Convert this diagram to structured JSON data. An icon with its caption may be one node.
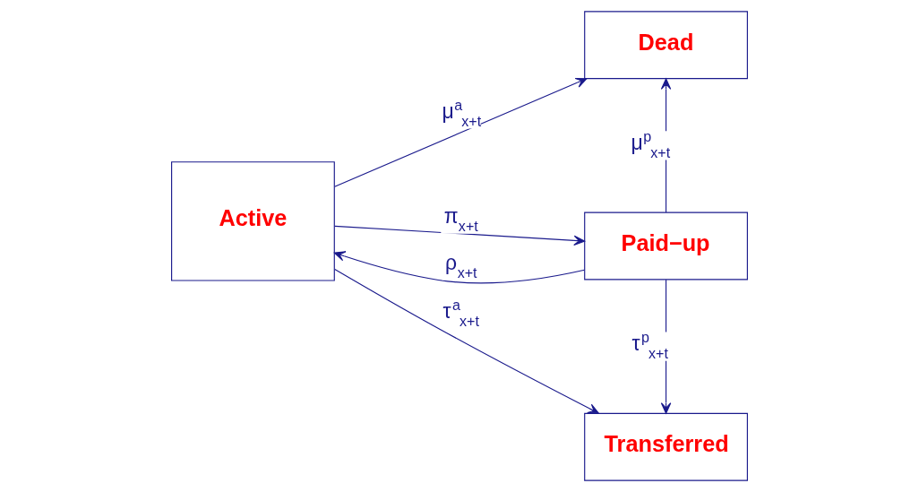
{
  "diagram": {
    "nodes": [
      {
        "text": [
          "Dead"
        ]
      },
      {
        "text": [
          "Active"
        ]
      },
      {
        "text": [
          "Paid−up"
        ]
      },
      {
        "text": [
          "Transferred"
        ]
      }
    ],
    "edges": [
      {
        "from": 1,
        "to": 0,
        "arrow": "to",
        "label": "μ$^{a}$$_{x+t}$"
      },
      {
        "from": 1,
        "to": 2,
        "arrow": "to",
        "label": "π$_{x+t}$"
      },
      {
        "from": 2,
        "to": 1,
        "arrow": "to",
        "label": "ρ$_{x+t}$"
      },
      {
        "from": 2,
        "to": 0,
        "arrow": "to",
        "label": "μ$^{p}$$_{x+t}$"
      },
      {
        "from": 1,
        "to": 3,
        "arrow": "to",
        "label": "τ$^{a}$$_{x+t}$"
      },
      {
        "from": 2,
        "to": 3,
        "arrow": "to",
        "label": "τ$^{p}$$_{x+t}$"
      }
    ]
  }
}
